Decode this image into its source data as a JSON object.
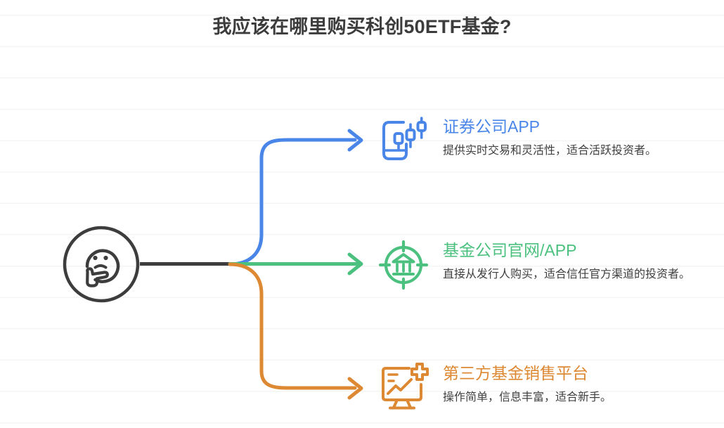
{
  "page": {
    "title": "我应该在哪里购买科创50ETF基金?",
    "background_color": "#ffffff",
    "gridline_color": "#f4f4f4",
    "title_color": "#3c3c3c"
  },
  "center": {
    "icon": "thinking-face-icon",
    "color": "#3d3d3d",
    "trunk_color": "#3d3d3d"
  },
  "branches": [
    {
      "id": "broker-app",
      "title": "证券公司APP",
      "description": "提供实时交易和灵活性，适合活跃投资者。",
      "color": "#4a86e8",
      "icon": "phone-candlestick-chart-icon",
      "connector": "curve-up"
    },
    {
      "id": "fund-company-official",
      "title": "基金公司官网/APP",
      "description": "直接从发行人购买，适合信任官方渠道的投资者。",
      "color": "#4cc17f",
      "icon": "bank-target-icon",
      "connector": "straight"
    },
    {
      "id": "third-party-platform",
      "title": "第三方基金销售平台",
      "description": "操作简单，信息丰富，适合新手。",
      "color": "#dd8833",
      "icon": "monitor-chart-plus-icon",
      "connector": "curve-down"
    }
  ]
}
